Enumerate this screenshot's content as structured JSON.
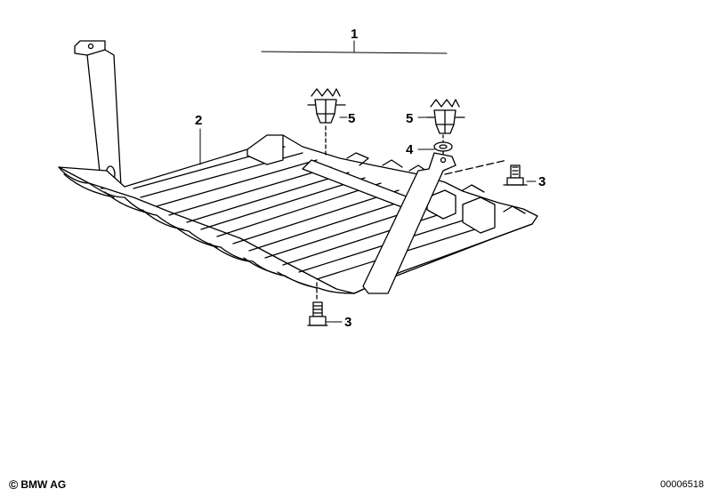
{
  "callouts": {
    "c1": "1",
    "c2": "2",
    "c3_right": "3",
    "c3_bottom": "3",
    "c4": "4",
    "c5_left": "5",
    "c5_right": "5"
  },
  "footer": {
    "copyright_symbol": "©",
    "brand": "BMW AG",
    "diagram_number": "00006518"
  }
}
